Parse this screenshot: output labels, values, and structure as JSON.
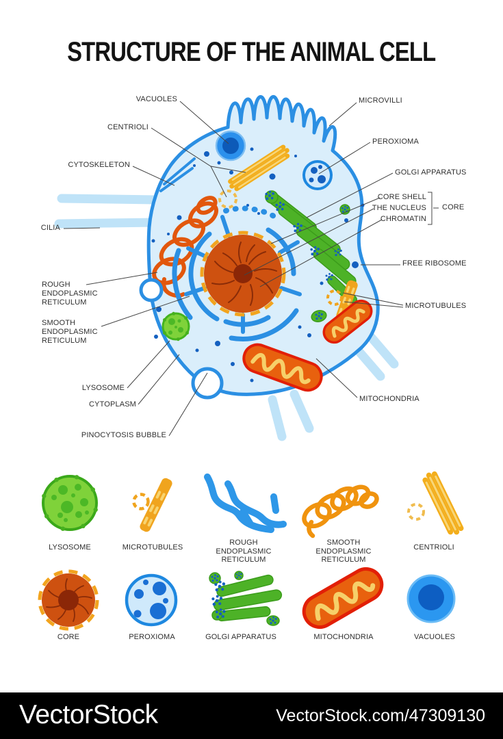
{
  "title": "STRUCTURE OF THE ANIMAL CELL",
  "labels": {
    "vacuoles": "VACUOLES",
    "centrioli": "CENTRIOLI",
    "cytoskeleton": "CYTOSKELETON",
    "cilia": "CILIA",
    "rough_er": "ROUGH\nENDOPLASMIC\nRETICULUM",
    "smooth_er": "SMOOTH\nENDOPLASMIC\nRETICULUM",
    "lysosome": "LYSOSOME",
    "cytoplasm": "CYTOPLASM",
    "pinocytosis_bubble": "PINOCYTOSIS BUBBLE",
    "microvilli": "MICROVILLI",
    "peroxioma": "PEROXIOMA",
    "golgi_apparatus": "GOLGI APPARATUS",
    "core_shell": "CORE SHELL",
    "the_nucleus": "THE NUCLEUS",
    "chromatin": "CHROMATIN",
    "core": "CORE",
    "free_ribosome": "FREE RIBOSOME",
    "microtubules": "MICROTUBULES",
    "mitochondria": "MITOCHONDRIA"
  },
  "legend": {
    "row1": [
      {
        "icon": "lysosome-icon",
        "label": "LYSOSOME"
      },
      {
        "icon": "microtubules-icon",
        "label": "MICROTUBULES"
      },
      {
        "icon": "rough-er-icon",
        "label": "ROUGH\nENDOPLASMIC\nRETICULUM"
      },
      {
        "icon": "smooth-er-icon",
        "label": "SMOOTH\nENDOPLASMIC\nRETICULUM"
      },
      {
        "icon": "centrioli-icon",
        "label": "CENTRIOLI"
      }
    ],
    "row2": [
      {
        "icon": "core-icon",
        "label": "CORE"
      },
      {
        "icon": "peroxioma-icon",
        "label": "PEROXIOMA"
      },
      {
        "icon": "golgi-apparatus-icon",
        "label": "GOLGI APPARATUS"
      },
      {
        "icon": "mitochondria-icon",
        "label": "MITOCHONDRIA"
      },
      {
        "icon": "vacuoles-icon",
        "label": "VACUOLES"
      }
    ]
  },
  "footer": {
    "brand": "VectorStock",
    "watermark_url": "VectorStock.com/47309130"
  },
  "colors": {
    "membrane_blue": "#2b8fe3",
    "cell_fill": "#daeefb",
    "cilia_fill": "#bfe3f8",
    "er_orange": "#e2570d",
    "yellow": "#f2a91f",
    "yellow_light": "#f8d474",
    "golgi_green": "#4db227",
    "lysosome_green": "#7fd23a",
    "nucleus_orange": "#ce5110",
    "nucleus_core_brown": "#8b2707",
    "nucleus_ring_yellow": "#f2a41e",
    "mitochondria_fill": "#e8610e",
    "mitochondria_edge": "#e21f06",
    "mitochondria_wave": "#f6d06a",
    "ribosome_dot_blue": "#1460c0",
    "vacuole_blue": "#2b97f0",
    "vacuole_inner": "#0d5ec2",
    "peroxioma_fill": "#d2eafc",
    "label_text": "#2f2f2f",
    "leader_line": "#444444",
    "footer_bg": "#000000",
    "footer_text": "#ffffff"
  }
}
